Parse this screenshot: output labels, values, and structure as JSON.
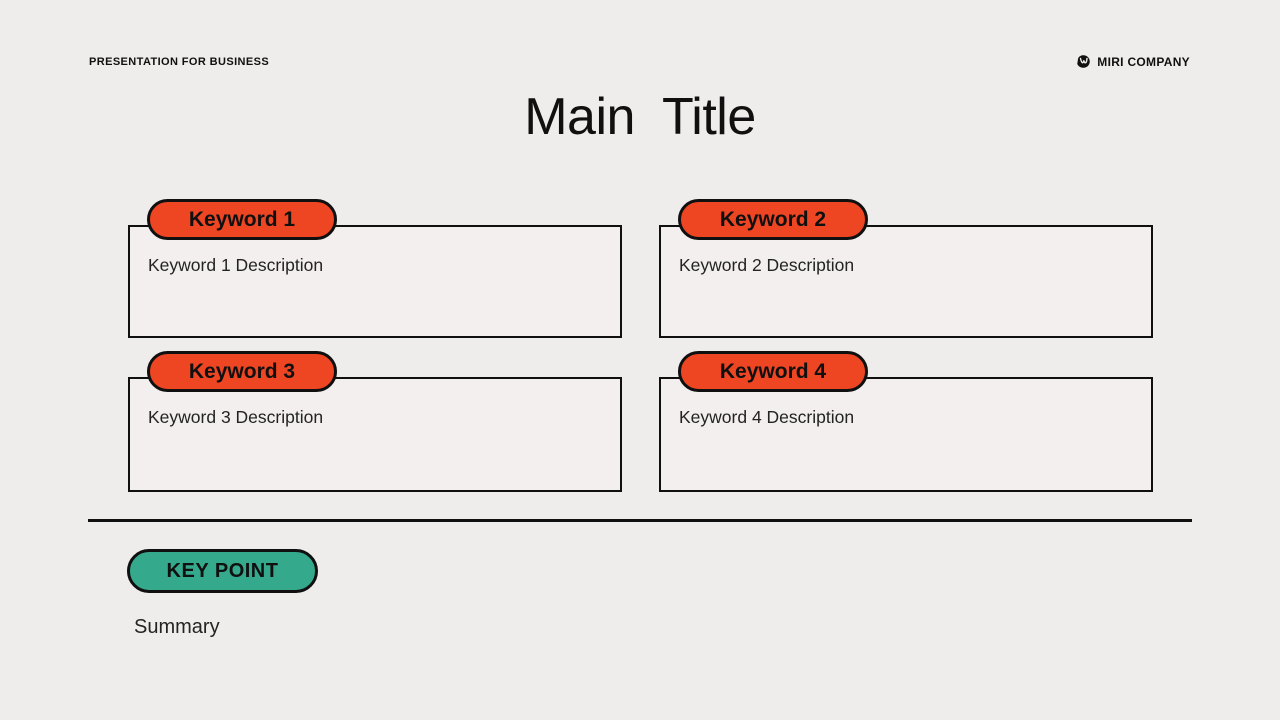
{
  "header": {
    "eyebrow": "PRESENTATION FOR BUSINESS",
    "brand_name": "MIRI COMPANY",
    "brand_icon": "miri-logo-icon"
  },
  "title": "Main Title",
  "cards": [
    {
      "label": "Keyword 1",
      "description": "Keyword 1 Description"
    },
    {
      "label": "Keyword 2",
      "description": "Keyword 2 Description"
    },
    {
      "label": "Keyword 3",
      "description": "Keyword 3 Description"
    },
    {
      "label": "Keyword 4",
      "description": "Keyword 4 Description"
    }
  ],
  "key_point": {
    "label": "KEY POINT",
    "summary": "Summary"
  },
  "colors": {
    "background": "#efedeb",
    "card_fill": "#f3efee",
    "accent_red": "#ee4523",
    "accent_green": "#35a98c",
    "ink": "#101010"
  }
}
